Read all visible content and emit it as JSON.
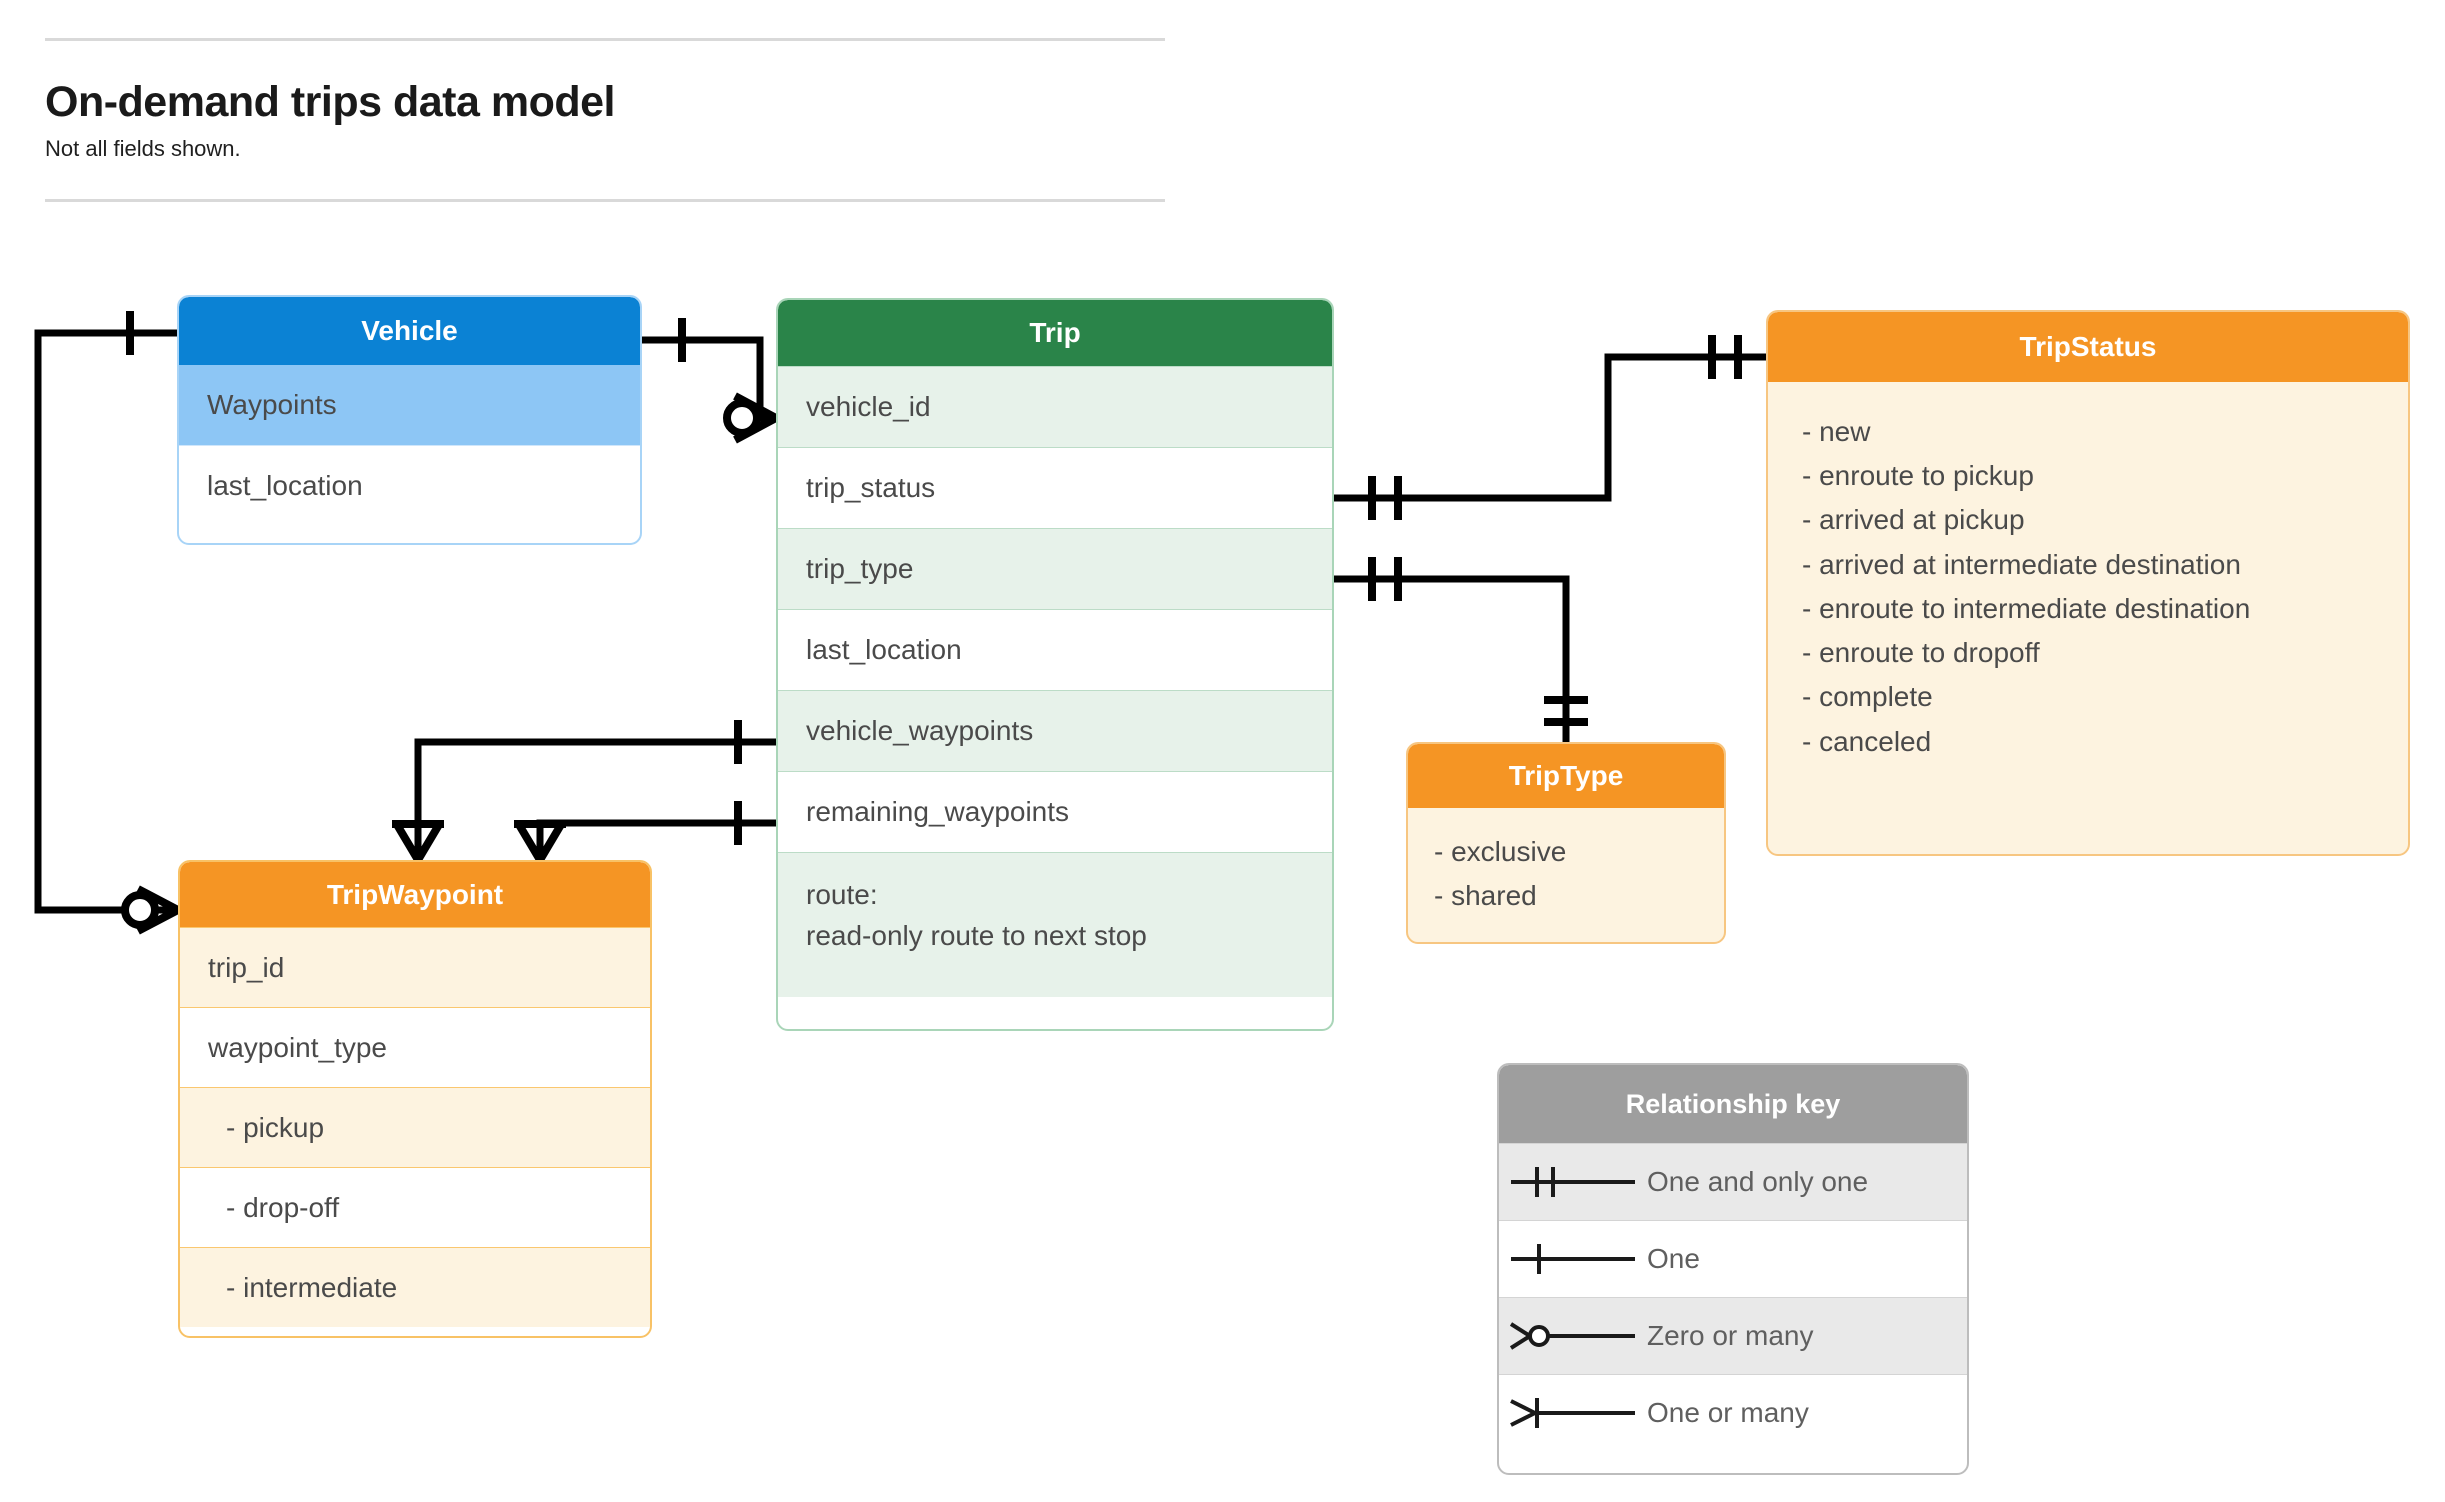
{
  "header": {
    "title": "On-demand trips data model",
    "subtitle": "Not all fields shown."
  },
  "entities": {
    "vehicle": {
      "name": "Vehicle",
      "header_color": "#0b82d4",
      "rows": [
        {
          "label": "Waypoints"
        },
        {
          "label": "last_location"
        }
      ]
    },
    "trip": {
      "name": "Trip",
      "header_color": "#2a8449",
      "rows": [
        {
          "label": "vehicle_id"
        },
        {
          "label": "trip_status"
        },
        {
          "label": "trip_type"
        },
        {
          "label": "last_location"
        },
        {
          "label": "vehicle_waypoints"
        },
        {
          "label": "remaining_waypoints"
        }
      ],
      "route_line1": "route:",
      "route_line2": "read-only route to next stop"
    },
    "trip_status": {
      "name": "TripStatus",
      "header_color": "#f59524",
      "values": [
        "- new",
        "- enroute to pickup",
        "- arrived at pickup",
        "- arrived at intermediate destination",
        "- enroute to intermediate destination",
        "- enroute to dropoff",
        "- complete",
        "- canceled"
      ]
    },
    "trip_type": {
      "name": "TripType",
      "header_color": "#f59524",
      "values": [
        "- exclusive",
        "- shared"
      ]
    },
    "trip_waypoint": {
      "name": "TripWaypoint",
      "header_color": "#f59524",
      "rows": [
        {
          "label": "trip_id"
        },
        {
          "label": "waypoint_type"
        },
        {
          "label": "-  pickup"
        },
        {
          "label": "-  drop-off"
        },
        {
          "label": "-  intermediate"
        }
      ]
    }
  },
  "legend": {
    "title": "Relationship key",
    "rows": [
      {
        "symbol": "one-and-only-one-icon",
        "label": "One and only one"
      },
      {
        "symbol": "one-icon",
        "label": "One"
      },
      {
        "symbol": "zero-or-many-icon",
        "label": "Zero or many"
      },
      {
        "symbol": "one-or-many-icon",
        "label": "One or many"
      }
    ]
  },
  "relationships": [
    {
      "from": "Vehicle",
      "to": "Trip.vehicle_id",
      "from_cardinality": "One",
      "to_cardinality": "Zero or many"
    },
    {
      "from": "Vehicle.Waypoints",
      "to": "TripWaypoint",
      "from_cardinality": "One",
      "to_cardinality": "Zero or many"
    },
    {
      "from": "Trip.trip_status",
      "to": "TripStatus",
      "from_cardinality": "One and only one",
      "to_cardinality": "One and only one"
    },
    {
      "from": "Trip.trip_type",
      "to": "TripType",
      "from_cardinality": "One and only one",
      "to_cardinality": "One and only one"
    },
    {
      "from": "Trip.vehicle_waypoints",
      "to": "TripWaypoint",
      "from_cardinality": "One",
      "to_cardinality": "One or many"
    },
    {
      "from": "Trip.remaining_waypoints",
      "to": "TripWaypoint",
      "from_cardinality": "One",
      "to_cardinality": "One or many"
    }
  ]
}
